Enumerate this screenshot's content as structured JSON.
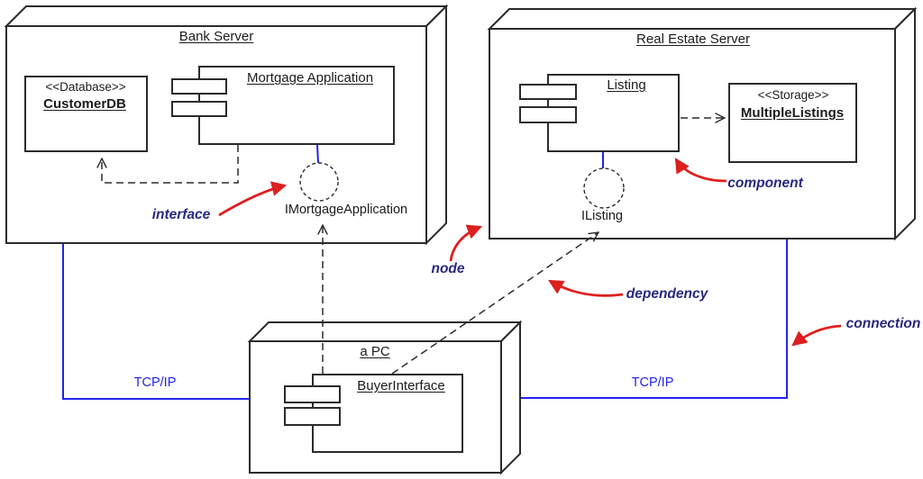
{
  "diagram_type": "UML deployment diagram",
  "nodes": {
    "bank_server": {
      "title": "Bank Server"
    },
    "real_estate_server": {
      "title": "Real Estate Server"
    },
    "a_pc": {
      "title": "a PC"
    }
  },
  "components": {
    "mortgage_application": {
      "title": "Mortgage Application"
    },
    "listing": {
      "title": "Listing"
    },
    "buyer_interface": {
      "title": "BuyerInterface"
    }
  },
  "artifacts": {
    "customer_db": {
      "stereotype": "<<Database>>",
      "name": "CustomerDB"
    },
    "multiple_listings": {
      "stereotype": "<<Storage>>",
      "name": "MultipleListings"
    }
  },
  "interfaces": {
    "imortgage_application": {
      "label": "IMortgageApplication"
    },
    "ilisting": {
      "label": "IListing"
    }
  },
  "annotations": {
    "interface": "interface",
    "component": "component",
    "node": "node",
    "dependency": "dependency",
    "connection": "connection"
  },
  "connection_labels": {
    "left": "TCP/IP",
    "right": "TCP/IP"
  },
  "colors": {
    "line": "#2b2b2b",
    "annotation_text": "#28287f",
    "annotation_arrow": "#dd1f1f",
    "connection_line": "#2323ee"
  }
}
